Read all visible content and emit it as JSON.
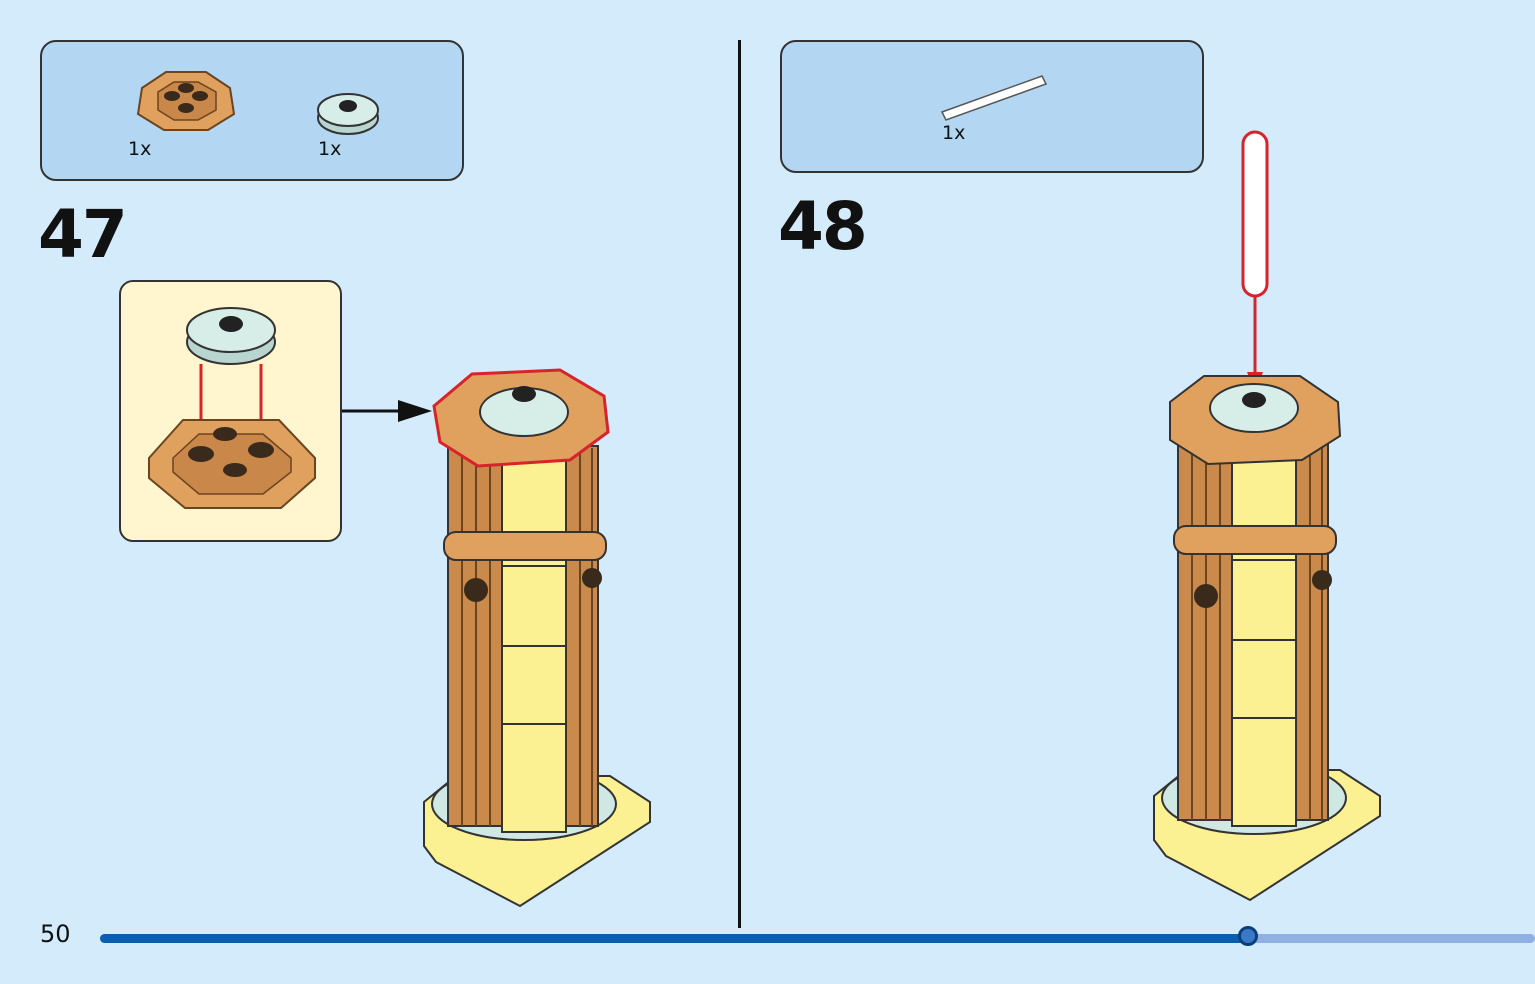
{
  "page": {
    "number": "50"
  },
  "progress": {
    "fraction": 0.8
  },
  "steps": [
    {
      "number": "47",
      "parts": [
        {
          "name": "octagon-frame-piece",
          "qty": "1x"
        },
        {
          "name": "round-tile-2x2",
          "qty": "1x"
        }
      ]
    },
    {
      "number": "48",
      "parts": [
        {
          "name": "bar-rod-piece",
          "qty": "1x"
        }
      ]
    }
  ],
  "colors": {
    "background": "#d4ebfb",
    "parts_box": "#b3d6f3",
    "callout_bg": "#fff5cf",
    "tan": "#e0a15f",
    "tan_dark": "#b4763a",
    "yellow": "#fbf092",
    "tile": "#d6ede8",
    "highlight_red": "#d8232a",
    "progress_fill": "#0a5eb0",
    "progress_track": "#8fb0e0"
  }
}
